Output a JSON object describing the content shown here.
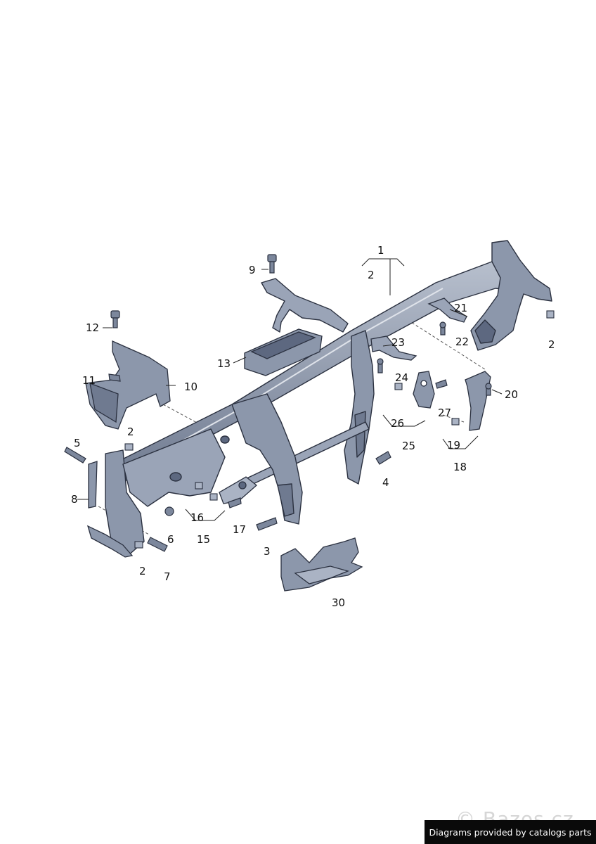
{
  "labels": [
    {
      "id": "l1",
      "text": "1"
    },
    {
      "id": "l2a",
      "text": "2"
    },
    {
      "id": "l2b",
      "text": "2"
    },
    {
      "id": "l2c",
      "text": "2"
    },
    {
      "id": "l2d",
      "text": "2"
    },
    {
      "id": "l3",
      "text": "3"
    },
    {
      "id": "l4",
      "text": "4"
    },
    {
      "id": "l5",
      "text": "5"
    },
    {
      "id": "l6",
      "text": "6"
    },
    {
      "id": "l7",
      "text": "7"
    },
    {
      "id": "l8",
      "text": "8"
    },
    {
      "id": "l9",
      "text": "9"
    },
    {
      "id": "l10",
      "text": "10"
    },
    {
      "id": "l11",
      "text": "11"
    },
    {
      "id": "l12",
      "text": "12"
    },
    {
      "id": "l13",
      "text": "13"
    },
    {
      "id": "l15",
      "text": "15"
    },
    {
      "id": "l16",
      "text": "16"
    },
    {
      "id": "l17",
      "text": "17"
    },
    {
      "id": "l18",
      "text": "18"
    },
    {
      "id": "l19",
      "text": "19"
    },
    {
      "id": "l20",
      "text": "20"
    },
    {
      "id": "l21",
      "text": "21"
    },
    {
      "id": "l22",
      "text": "22"
    },
    {
      "id": "l23",
      "text": "23"
    },
    {
      "id": "l24",
      "text": "24"
    },
    {
      "id": "l25",
      "text": "25"
    },
    {
      "id": "l26",
      "text": "26"
    },
    {
      "id": "l27",
      "text": "27"
    },
    {
      "id": "l30",
      "text": "30"
    }
  ],
  "credit": "Diagrams provided by catalogs parts",
  "watermark": "© Bazos.cz",
  "colors": {
    "part_fill": "#8c97ab",
    "part_light": "#aab3c4",
    "part_dark": "#5d6880",
    "outline": "#2b3140",
    "leader": "#222222"
  }
}
